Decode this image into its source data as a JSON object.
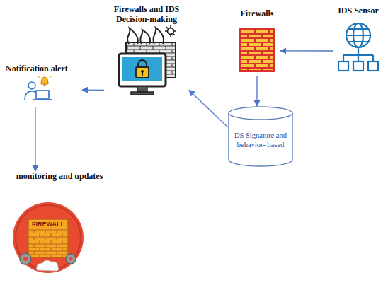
{
  "diagram": {
    "nodes": [
      {
        "text": [
          "Firewalls and IDS Decision-making"
        ]
      },
      {
        "text": [
          "Firewalls"
        ]
      },
      {
        "text": [
          "IDS Sensor"
        ]
      },
      {
        "text": [
          "Notification alert"
        ]
      },
      {
        "text": [
          "DS Signature and behavior- based"
        ]
      },
      {
        "text": [
          "monitoring and updates",
          "FIREWALL"
        ]
      }
    ],
    "edges": [
      {
        "from": 2,
        "to": 1,
        "arrow": "to"
      },
      {
        "from": 1,
        "to": 4,
        "arrow": "to"
      },
      {
        "from": 4,
        "to": 0,
        "arrow": "to"
      },
      {
        "from": 0,
        "to": 3,
        "arrow": "to"
      },
      {
        "from": 3,
        "to": 5,
        "arrow": "to"
      }
    ]
  }
}
